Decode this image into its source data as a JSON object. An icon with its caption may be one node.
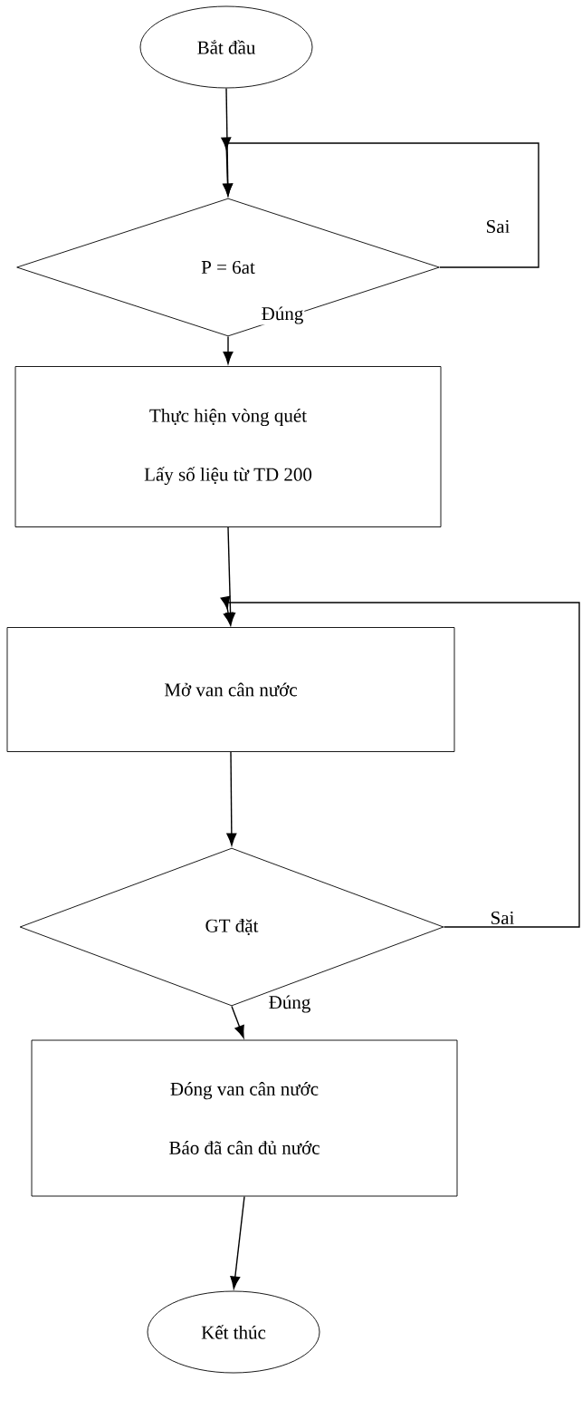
{
  "diagram": {
    "nodes": [
      {
        "text": [
          "Bắt đầu"
        ]
      },
      {
        "text": [
          "P = 6at"
        ]
      },
      {
        "text": [
          "Thực hiện vòng quét",
          "Lấy số liệu từ TD 200"
        ]
      },
      {
        "text": [
          "Mở van cân nước"
        ]
      },
      {
        "text": [
          "GT đặt"
        ]
      },
      {
        "text": [
          "Đóng van cân nước",
          "Báo đã cân đủ nước"
        ]
      },
      {
        "text": [
          "Kết thúc"
        ]
      }
    ],
    "edges": [
      {
        "from": 0,
        "to": 1,
        "arrow": "to"
      },
      {
        "from": 1,
        "to": 1,
        "arrow": "to",
        "label": "Sai"
      },
      {
        "from": 1,
        "to": 2,
        "arrow": "to",
        "label": "Đúng"
      },
      {
        "from": 2,
        "to": 3,
        "arrow": "to"
      },
      {
        "from": 4,
        "to": 3,
        "arrow": "to",
        "label": "Sai"
      },
      {
        "from": 3,
        "to": 4,
        "arrow": "to"
      },
      {
        "from": 4,
        "to": 5,
        "arrow": "to",
        "label": "Đúng"
      },
      {
        "from": 5,
        "to": 6,
        "arrow": "to"
      }
    ]
  }
}
